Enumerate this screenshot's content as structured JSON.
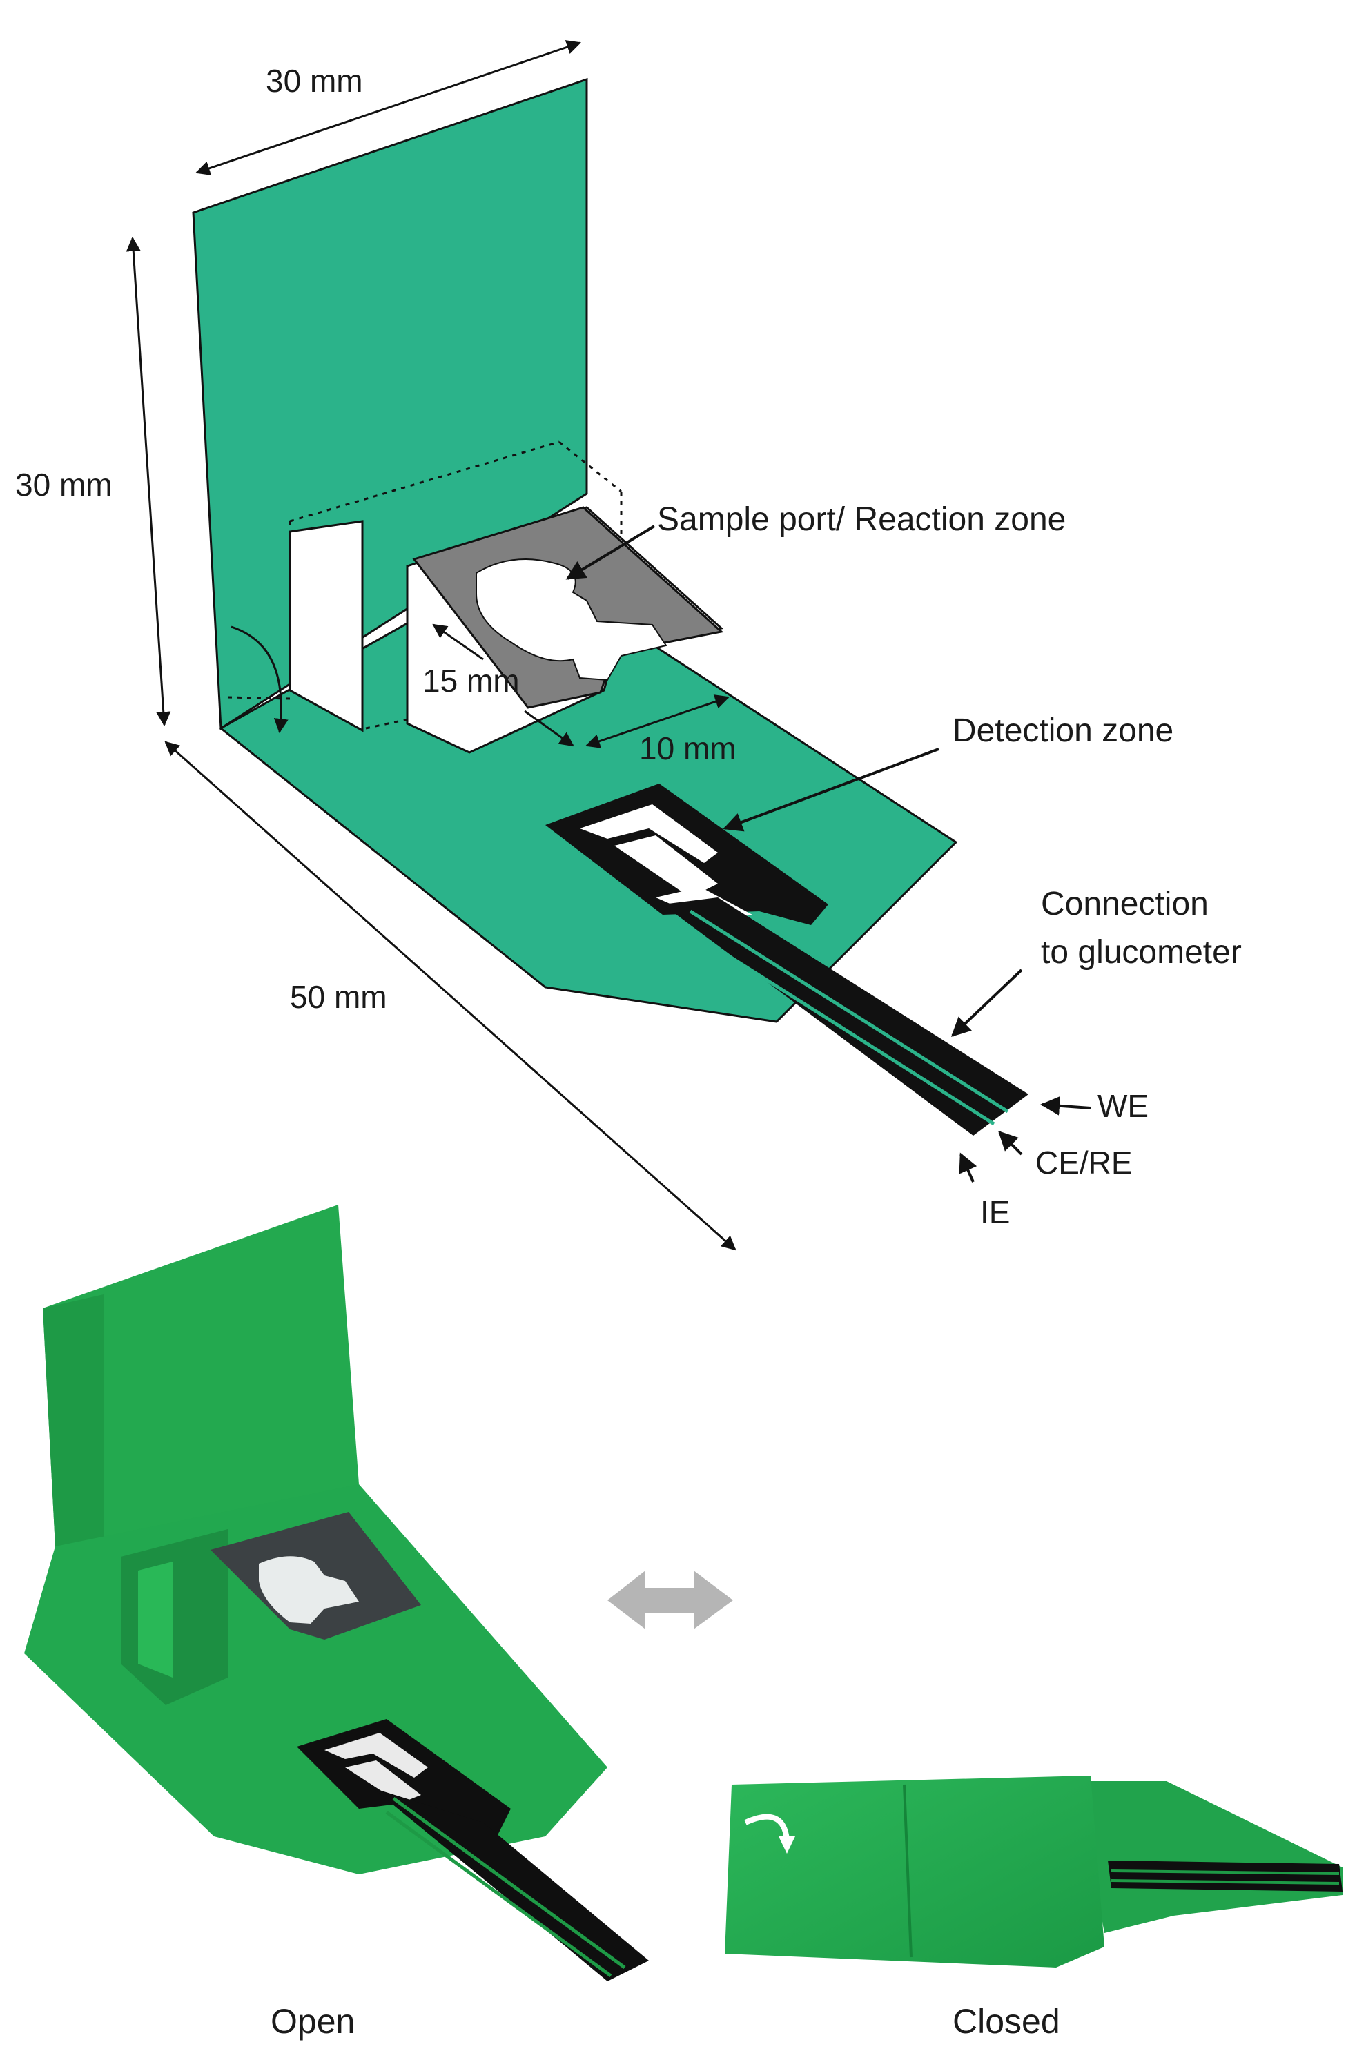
{
  "diagram": {
    "dimensions": {
      "panel_width": "30 mm",
      "panel_height": "30 mm",
      "strip_length": "50 mm",
      "port_depth": "15 mm",
      "port_width": "10 mm"
    },
    "callouts": {
      "sample_port": "Sample port/ Reaction zone",
      "detection_zone": "Detection zone",
      "connection_line1": "Connection",
      "connection_line2": "to glucometer"
    },
    "terminals": {
      "we": "WE",
      "ce_re": "CE/RE",
      "ie": "IE"
    }
  },
  "photos": {
    "open_caption": "Open",
    "closed_caption": "Closed"
  },
  "colors": {
    "diagram_green": "#2bb38a",
    "paper_green": "#22a84f",
    "electrode_black": "#111111",
    "arrow_grey": "#b5b5b5"
  }
}
